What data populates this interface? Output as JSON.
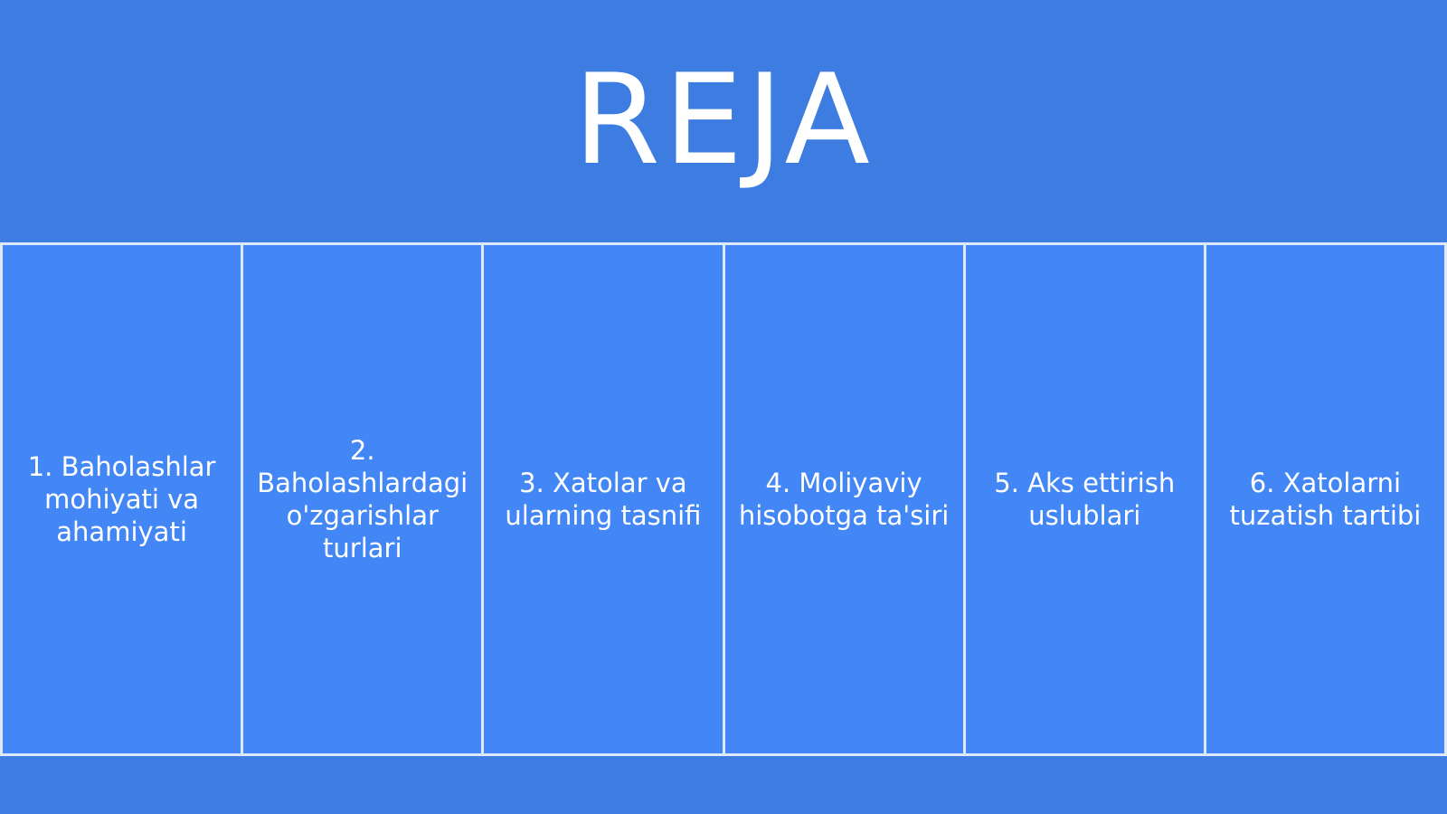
{
  "slide": {
    "title": "REJA",
    "background_color": "#3d7ce0",
    "cell_color": "#4287f5",
    "border_color": "#dfe8f7",
    "items": [
      {
        "label": "1. Baholashlar mohiyati va ahamiyati"
      },
      {
        "label": "2. Baholashlardagi o'zgarishlar turlari"
      },
      {
        "label": "3. Xatolar va ularning tasnifi"
      },
      {
        "label": "4. Moliyaviy hisobotga ta'siri"
      },
      {
        "label": "5. Aks ettirish uslublari"
      },
      {
        "label": "6. Xatolarni tuzatish tartibi"
      }
    ]
  }
}
